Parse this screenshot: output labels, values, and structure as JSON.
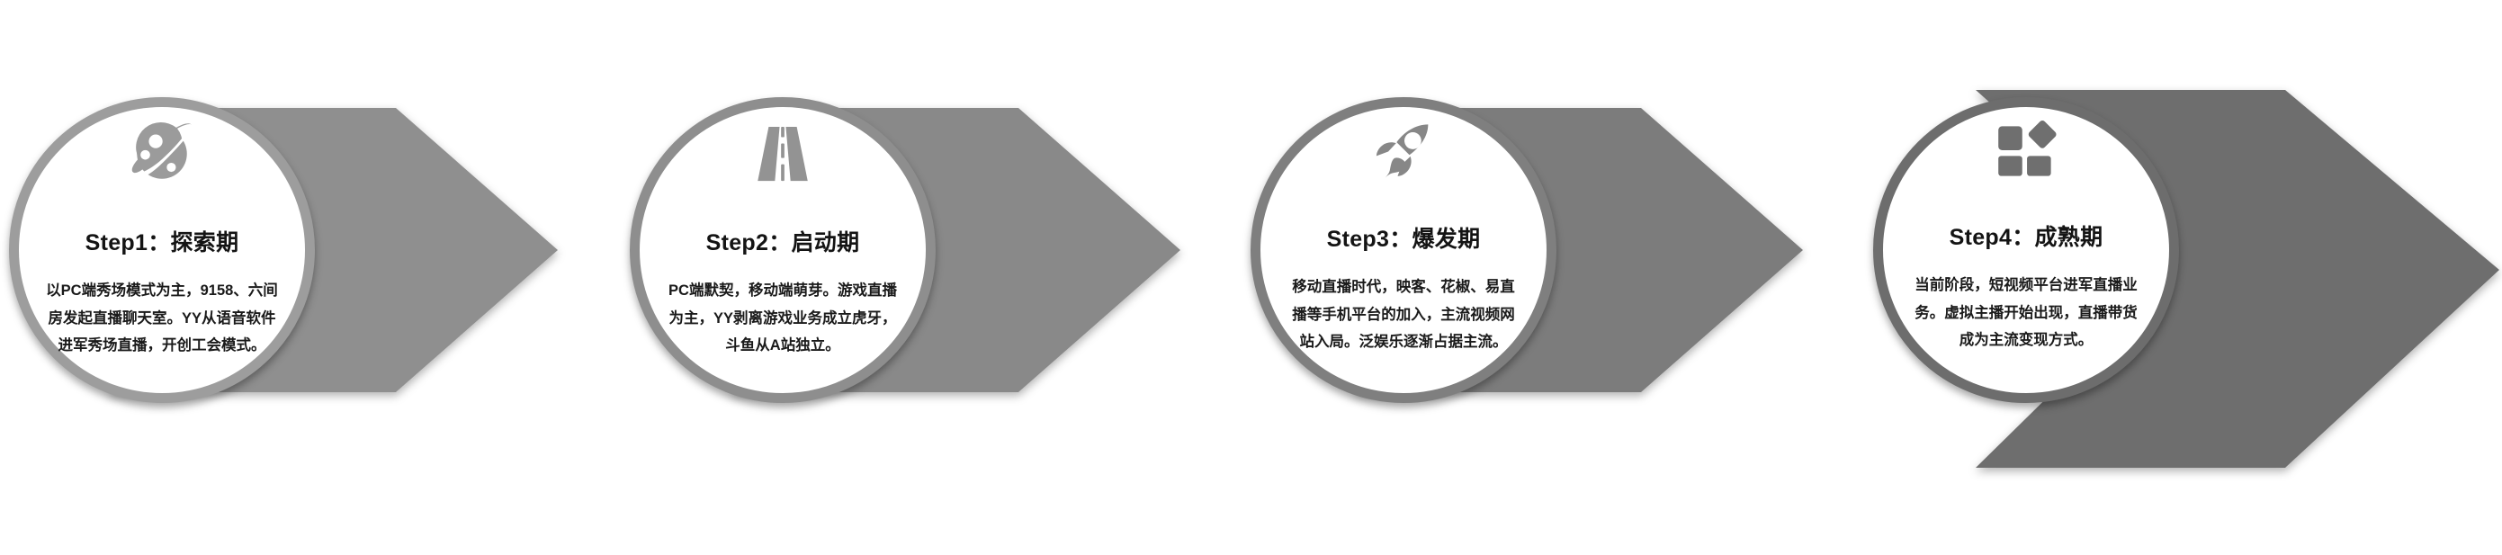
{
  "diagram": {
    "type": "4-step circular process flow with right-pointing chevrons",
    "orientation": "horizontal",
    "step_count": 4
  },
  "palette": {
    "background": "#ffffff",
    "ring_step1": "#9d9d9d",
    "ring_step2": "#8e8e8e",
    "ring_step3": "#7f7f7f",
    "ring_step4": "#6d6d6d",
    "arrow_step1": "#8f8f8f",
    "arrow_step2": "#898989",
    "arrow_step3": "#7c7c7c",
    "arrow_step4": "#6e6e6e",
    "icon_step1": "#9b9b9b",
    "icon_step2": "#939393",
    "icon_step3": "#878787",
    "icon_step4": "#6f6f6f",
    "title_text": "#141414",
    "body_text": "#1a1a1a"
  },
  "steps": [
    {
      "index": 1,
      "icon": "planet-icon",
      "title": "Step1：探索期",
      "body": "以PC端秀场模式为主，9158、六间房发起直播聊天室。YY从语音软件进军秀场直播，开创工会模式。"
    },
    {
      "index": 2,
      "icon": "road-icon",
      "title": "Step2：启动期",
      "body": "PC端默契，移动端萌芽。游戏直播为主，YY剥离游戏业务成立虎牙，斗鱼从A站独立。"
    },
    {
      "index": 3,
      "icon": "rocket-icon",
      "title": "Step3：爆发期",
      "body": "移动直播时代，映客、花椒、易直播等手机平台的加入，主流视频网站入局。泛娱乐逐渐占据主流。"
    },
    {
      "index": 4,
      "icon": "blocks-icon",
      "title": "Step4：成熟期",
      "body": "当前阶段，短视频平台进军直播业务。虚拟主播开始出现，直播带货成为主流变现方式。"
    }
  ]
}
